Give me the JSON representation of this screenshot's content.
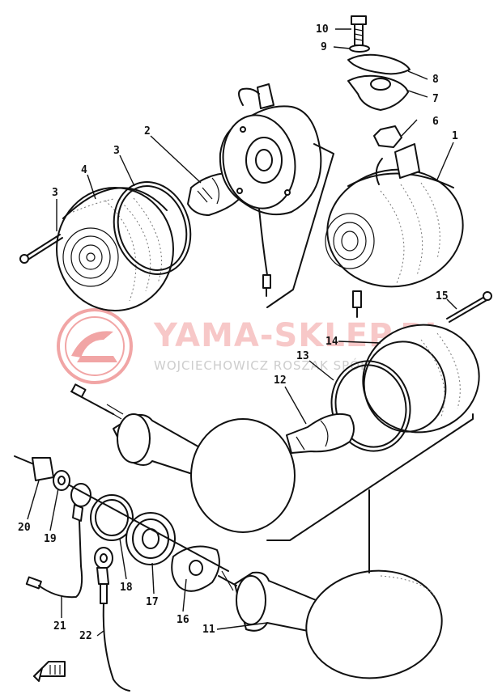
{
  "watermark": {
    "title": "YAMA-SKLEP.PL",
    "subtitle": "WOJCIECHOWICZ ROSZAK SPÓŁKA JAWNA"
  },
  "callouts": [
    {
      "id": "c1",
      "label": "1"
    },
    {
      "id": "c2",
      "label": "2"
    },
    {
      "id": "c3a",
      "label": "3"
    },
    {
      "id": "c3b",
      "label": "3"
    },
    {
      "id": "c4",
      "label": "4"
    },
    {
      "id": "c6",
      "label": "6"
    },
    {
      "id": "c7",
      "label": "7"
    },
    {
      "id": "c8",
      "label": "8"
    },
    {
      "id": "c9",
      "label": "9"
    },
    {
      "id": "c10",
      "label": "10"
    },
    {
      "id": "c11",
      "label": "11"
    },
    {
      "id": "c12",
      "label": "12"
    },
    {
      "id": "c13",
      "label": "13"
    },
    {
      "id": "c14",
      "label": "14"
    },
    {
      "id": "c15",
      "label": "15"
    },
    {
      "id": "c16",
      "label": "16"
    },
    {
      "id": "c17",
      "label": "17"
    },
    {
      "id": "c18",
      "label": "18"
    },
    {
      "id": "c19",
      "label": "19"
    },
    {
      "id": "c20",
      "label": "20"
    },
    {
      "id": "c21",
      "label": "21"
    },
    {
      "id": "c22",
      "label": "22"
    }
  ],
  "icons": {
    "front_marker": "front-arrow-icon"
  }
}
